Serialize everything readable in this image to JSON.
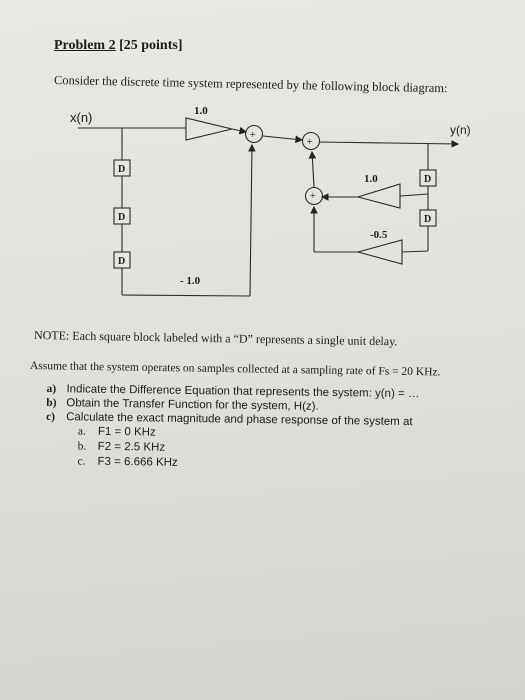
{
  "title": {
    "problem": "Problem 2",
    "points": "[25 points]"
  },
  "intro": "Consider the discrete time system represented by the following block diagram:",
  "diagram": {
    "input_label": "x(n)",
    "output_label": "y(n)",
    "delay_label": "D",
    "adder_sign": "+",
    "gain_top": "1.0",
    "gain_right": "1.0",
    "gain_feedback": "-0.5",
    "gain_bottom": "- 1.0"
  },
  "note": "NOTE:  Each square block labeled with a “D” represents a single unit delay.",
  "assume": "Assume that the system operates on samples collected at a sampling rate of Fs = 20 KHz.",
  "tasks": [
    {
      "marker": "a)",
      "text": "Indicate the Difference Equation that represents the system: y(n) = …"
    },
    {
      "marker": "b)",
      "text": "Obtain the Transfer Function for the system, H(z)."
    },
    {
      "marker": "c)",
      "text": "Calculate the exact magnitude and phase response of the system at"
    }
  ],
  "frequencies": [
    {
      "marker": "a.",
      "text": "F1 =   0 KHz"
    },
    {
      "marker": "b.",
      "text": "F2 =   2.5 KHz"
    },
    {
      "marker": "c.",
      "text": "F3 =   6.666 KHz"
    }
  ]
}
